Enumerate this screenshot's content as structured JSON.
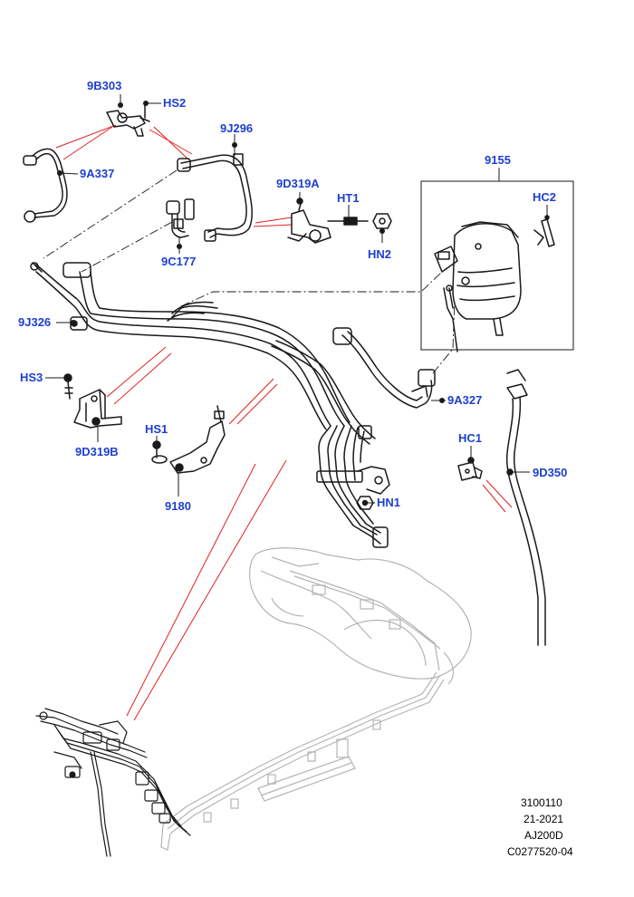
{
  "colors": {
    "label": "#1e3fd0",
    "leader": "#e02020",
    "part": "#1a1a1a",
    "ghost": "#b4b4b4"
  },
  "parts": {
    "p9B303": "9B303",
    "pHS2": "HS2",
    "p9J296": "9J296",
    "p9A337": "9A337",
    "p9D319A": "9D319A",
    "pHT1": "HT1",
    "pHN2": "HN2",
    "p9C177": "9C177",
    "p9155": "9155",
    "pHC2": "HC2",
    "p9J326": "9J326",
    "pHS3": "HS3",
    "p9D319B": "9D319B",
    "p9A327": "9A327",
    "pHS1": "HS1",
    "pHC1": "HC1",
    "p9D350": "9D350",
    "p9180": "9180",
    "pHN1": "HN1"
  },
  "reference": {
    "line1": "3100110",
    "line2": "21-2021",
    "line3": "AJ200D",
    "line4": "C0277520-04"
  }
}
